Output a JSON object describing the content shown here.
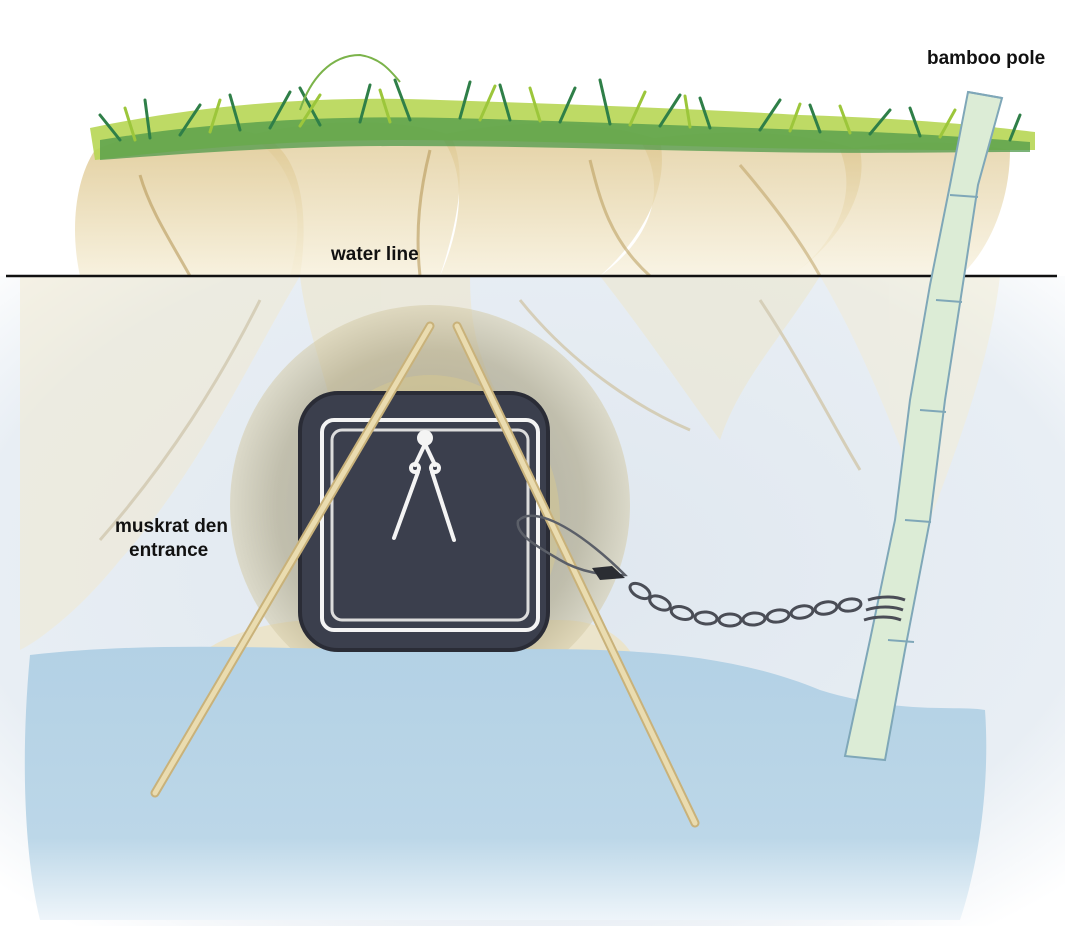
{
  "labels": {
    "water_line": "water line",
    "bamboo_pole": "bamboo pole",
    "den_entrance_line1": "muskrat den",
    "den_entrance_line2": "entrance"
  },
  "colors": {
    "background": "#ffffff",
    "underwater_tint": "#e6ecf2",
    "bank_earth": "#e4cf9a",
    "grass_light": "#a9cf3f",
    "grass_dark": "#2f7f48",
    "water_pool": "#b6d3e6",
    "trap_body": "#3b3f4d",
    "wire_white": "#f4f4f4",
    "stake_wood": "#e0cc97",
    "pole_green": "#d9ebd4",
    "chain": "#4a4d56",
    "water_line_stroke": "#111111",
    "label_text": "#111111"
  }
}
